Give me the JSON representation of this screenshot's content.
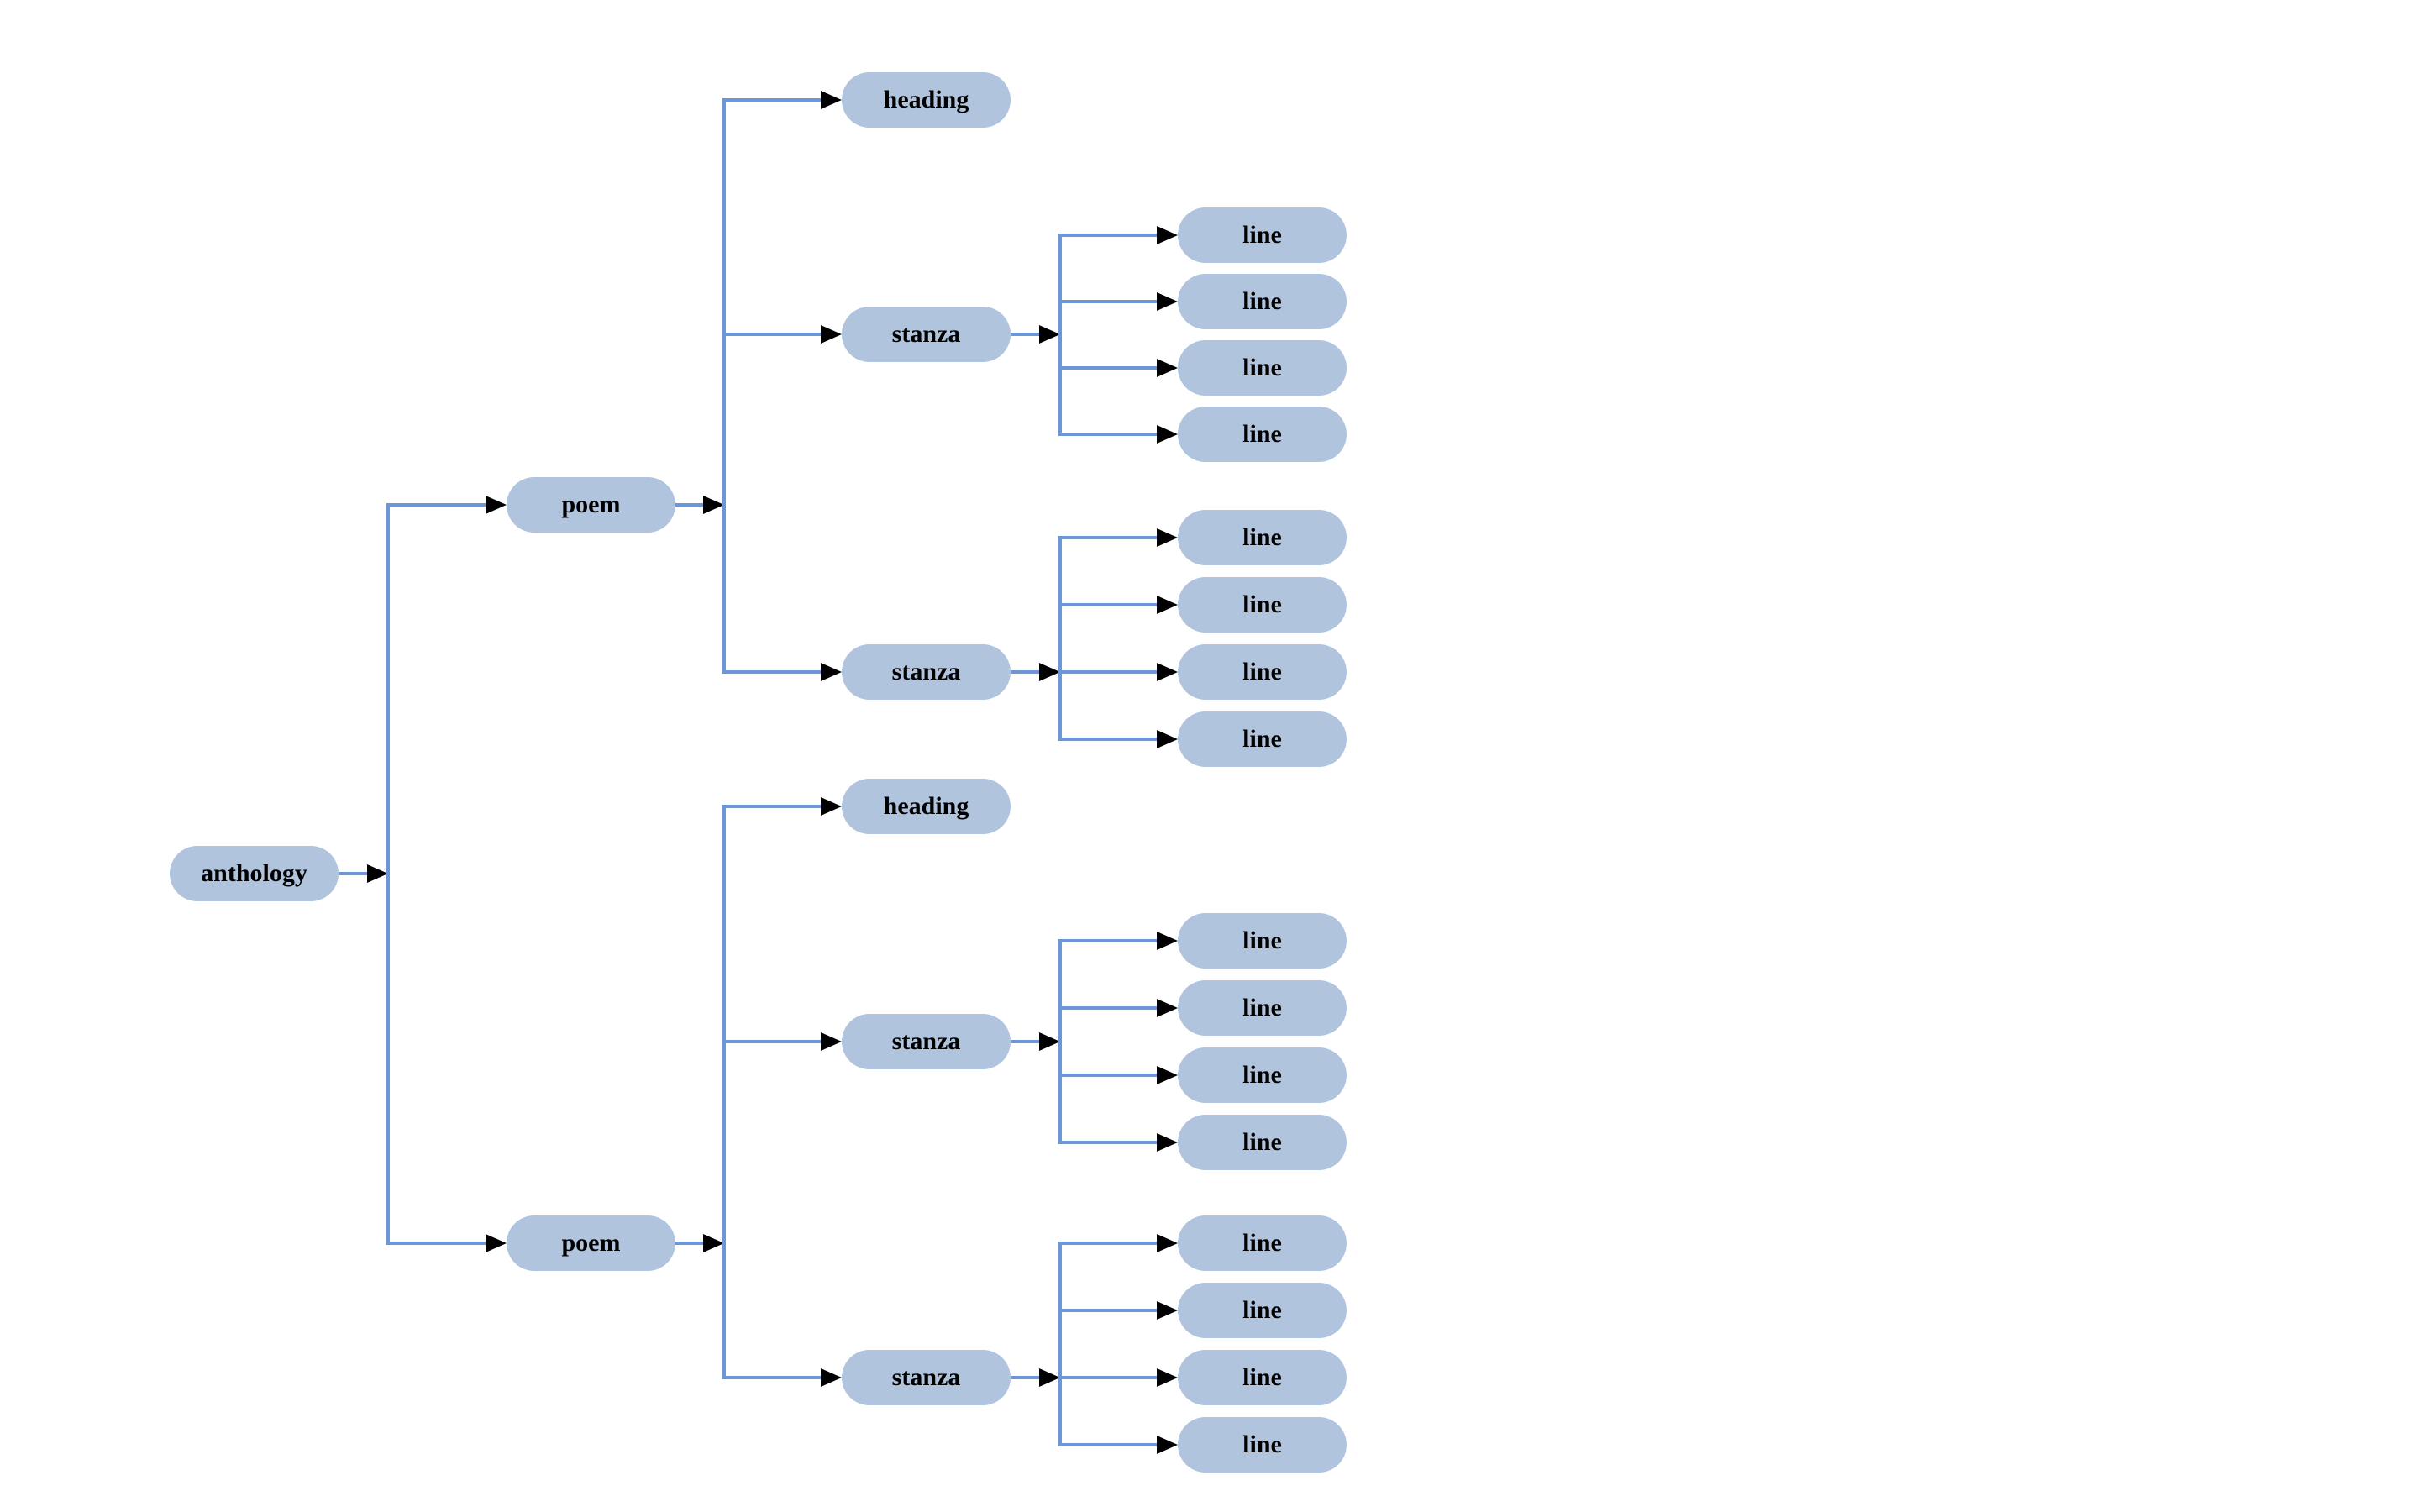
{
  "diagram": {
    "type": "tree",
    "orientation": "left-to-right",
    "node_shape": "stadium",
    "tree": {
      "label": "anthology",
      "children": [
        {
          "label": "poem",
          "children": [
            {
              "label": "heading",
              "children": []
            },
            {
              "label": "stanza",
              "children": [
                {
                  "label": "line"
                },
                {
                  "label": "line"
                },
                {
                  "label": "line"
                },
                {
                  "label": "line"
                }
              ]
            },
            {
              "label": "stanza",
              "children": [
                {
                  "label": "line"
                },
                {
                  "label": "line"
                },
                {
                  "label": "line"
                },
                {
                  "label": "line"
                }
              ]
            }
          ]
        },
        {
          "label": "poem",
          "children": [
            {
              "label": "heading",
              "children": []
            },
            {
              "label": "stanza",
              "children": [
                {
                  "label": "line"
                },
                {
                  "label": "line"
                },
                {
                  "label": "line"
                },
                {
                  "label": "line"
                }
              ]
            },
            {
              "label": "stanza",
              "children": [
                {
                  "label": "line"
                },
                {
                  "label": "line"
                },
                {
                  "label": "line"
                },
                {
                  "label": "line"
                }
              ]
            }
          ]
        }
      ]
    }
  },
  "colors": {
    "background": "#ffffff",
    "node_fill": "#b0c4de",
    "node_text": "#000000",
    "edge_line": "#6c96d8",
    "arrowhead": "#000000"
  }
}
